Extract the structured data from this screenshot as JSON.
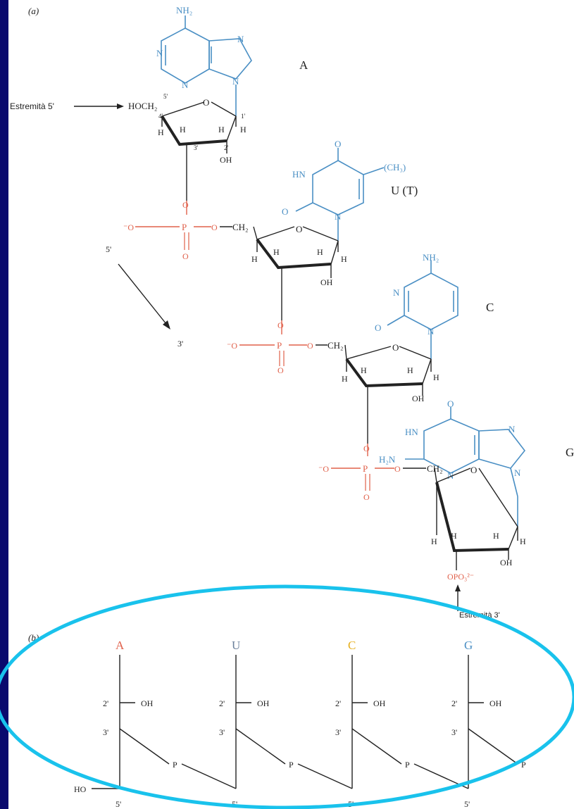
{
  "panel_labels": {
    "a": "(a)",
    "b": "(b)"
  },
  "nucleotides": [
    {
      "letter": "A",
      "base_label": "A"
    },
    {
      "letter": "U",
      "base_label": "U (T)"
    },
    {
      "letter": "C",
      "base_label": "C"
    },
    {
      "letter": "G",
      "base_label": "G"
    }
  ],
  "end_labels": {
    "five_prime": "Estremità 5'",
    "three_prime": "Estremità 3'"
  },
  "direction": {
    "from": "5'",
    "to": "3'"
  },
  "atoms": {
    "nh2": "NH₂",
    "hoch2": "HOCH₂",
    "ch2": "CH₂",
    "h": "H",
    "oh": "OH",
    "o": "O",
    "ch3": "(CH₃)",
    "hn": "HN",
    "h2n": "H₂N",
    "n": "N",
    "p": "P",
    "o_minus": "⁻O",
    "opo3": "OPO₃²⁻"
  },
  "positions": {
    "p1": "1'",
    "p2": "2'",
    "p3": "3'",
    "p4": "4'",
    "p5": "5'"
  },
  "schematic": {
    "letters": [
      "A",
      "U",
      "C",
      "G"
    ],
    "letter_colors": [
      "#e0604a",
      "#6a7f9a",
      "#e6b020",
      "#4a8fc4"
    ],
    "oh": "OH",
    "p": "P",
    "ho": "HO",
    "c2": "2'",
    "c3": "3'",
    "c5": "5'"
  },
  "colors": {
    "base": "#4a8fc4",
    "phosphate": "#e0604a",
    "ellipse": "#19c2ec",
    "background": "#0a0a6e"
  }
}
